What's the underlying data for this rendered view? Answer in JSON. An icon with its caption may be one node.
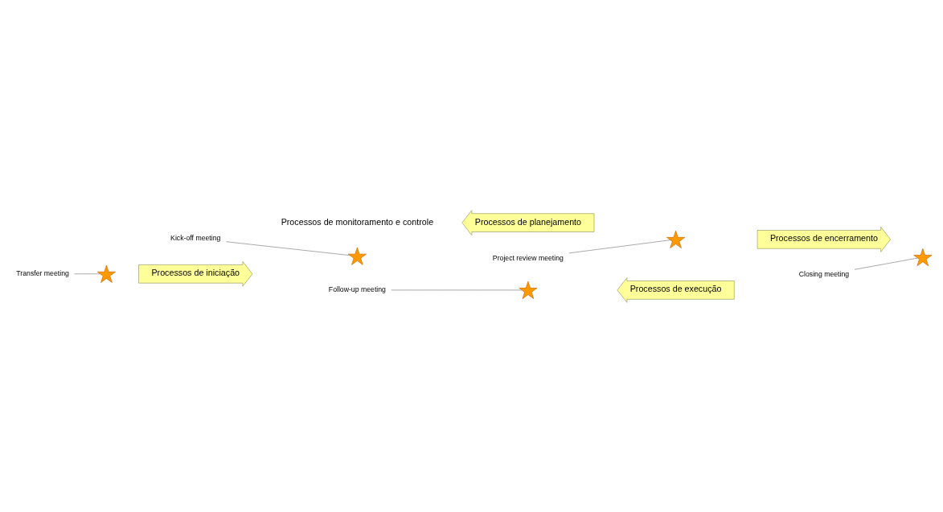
{
  "diagram": {
    "nodes": [
      {
        "text": [
          "Kick-off meeting"
        ]
      },
      {
        "text": [
          "Project review meeting"
        ]
      },
      {
        "text": [
          "Processos de planejamento"
        ]
      },
      {
        "text": [
          "Processos de iniciação"
        ]
      },
      {
        "text": [
          "Processos de encerramento"
        ]
      },
      {
        "text": [
          "Processos de execução"
        ]
      },
      {
        "text": [
          "Transfer meeting"
        ]
      },
      {
        "text": [
          "Follow-up meeting"
        ]
      },
      {
        "text": [
          "Closing meeting"
        ]
      },
      {
        "text": [],
        "shape": "star"
      },
      {
        "text": [],
        "shape": "star"
      },
      {
        "text": [],
        "shape": "star"
      },
      {
        "text": [],
        "shape": "star"
      },
      {
        "text": [],
        "shape": "star"
      }
    ],
    "edges": [
      {
        "from": 0,
        "to": 10,
        "arrow": "none"
      },
      {
        "from": 1,
        "to": 11,
        "arrow": "none"
      },
      {
        "from": 6,
        "to": 9,
        "arrow": "none"
      },
      {
        "from": 7,
        "to": 12,
        "arrow": "none"
      },
      {
        "from": 8,
        "to": 13,
        "arrow": "none"
      }
    ],
    "labels": [
      "Processos de monitoramento e controle"
    ]
  }
}
